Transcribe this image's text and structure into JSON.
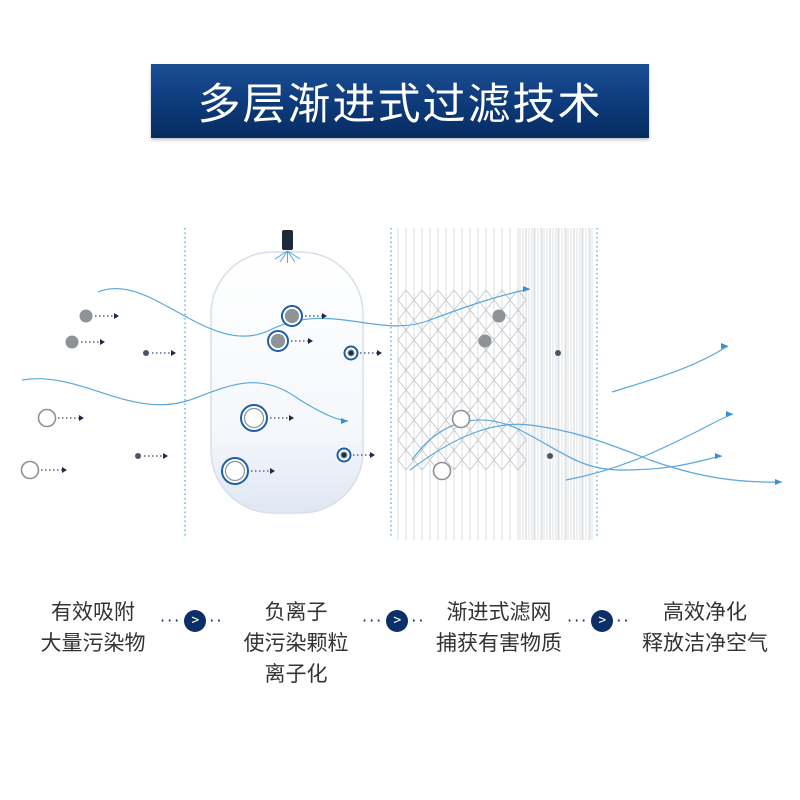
{
  "title": "多层渐进式过滤技术",
  "colors": {
    "title_bg": "#0d3a7a",
    "flow_line": "#5aa8db",
    "particle_gray": "#8f9296",
    "ion_blue": "#1d5ea8",
    "separator": "#0b2f66",
    "text": "#333333"
  },
  "stages": [
    {
      "lines": [
        "有效吸附",
        "大量污染物"
      ]
    },
    {
      "lines": [
        "负离子",
        "使污染颗粒",
        "离子化"
      ]
    },
    {
      "lines": [
        "渐进式滤网",
        "捕获有害物质"
      ]
    },
    {
      "lines": [
        "高效净化",
        "释放洁净空气"
      ]
    }
  ],
  "separator_symbol": ">",
  "icons": [
    "ionizer-emitter-icon",
    "particle-icon",
    "arrow-icon"
  ]
}
